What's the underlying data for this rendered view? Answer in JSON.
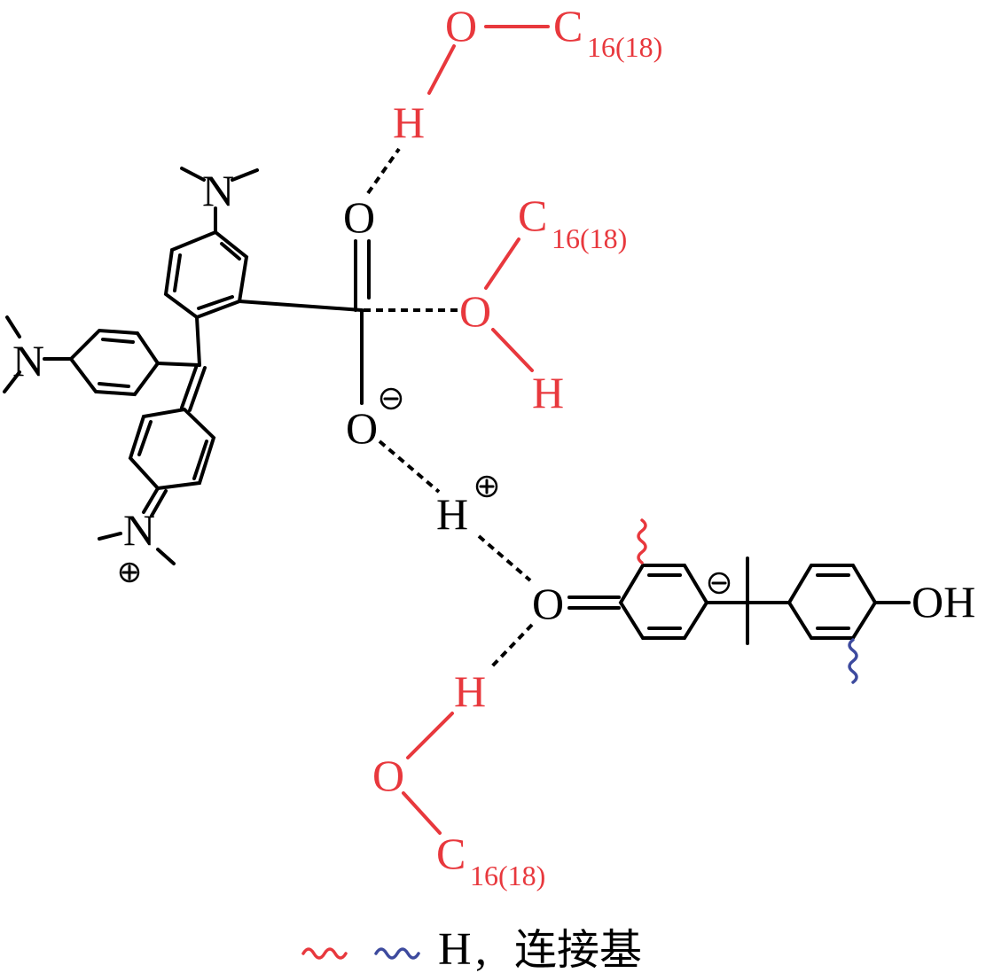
{
  "colors": {
    "black": "#000000",
    "red": "#e8383d",
    "blue": "#3d4a9e"
  },
  "atoms": {
    "n_top": "N",
    "n_left": "N",
    "n_bottom": "N",
    "o_carbonyl": "O",
    "o_anion": "O",
    "h_plus": "H",
    "o_quinone": "O",
    "oh": "OH",
    "o_red_top": "O",
    "h_red_top": "H",
    "o_red_mid": "O",
    "h_red_mid": "H",
    "h_red_bottom": "H",
    "o_red_bottom": "O"
  },
  "chains": {
    "top": {
      "c": "C",
      "sub": "16(18)"
    },
    "mid": {
      "c": "C",
      "sub": "16(18)"
    },
    "bottom": {
      "c": "C",
      "sub": "16(18)"
    }
  },
  "charges": {
    "anion_o": "minus",
    "h_plus": "plus",
    "n_bottom": "plus",
    "ring_quinone": "minus"
  },
  "legend": {
    "h": "H",
    "separator": ",",
    "text": "连接基"
  }
}
